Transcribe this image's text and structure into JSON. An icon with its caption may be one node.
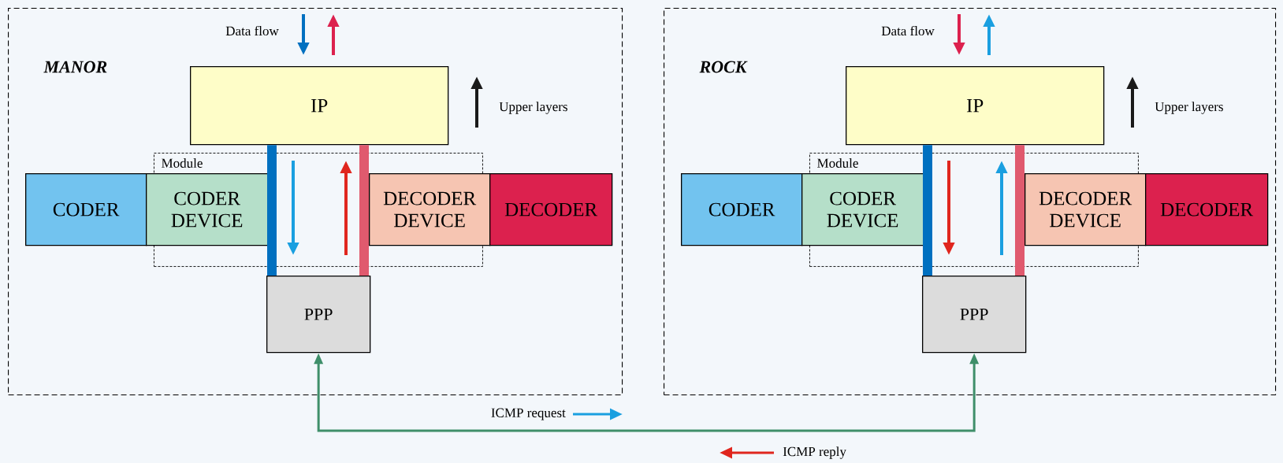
{
  "diagram": {
    "nodes": [
      {
        "text": [
          "MANOR"
        ]
      },
      {
        "text": [
          "Module"
        ],
        "in": 0
      },
      {
        "text": [
          "IP"
        ],
        "in": 0
      },
      {
        "text": [
          "CODER"
        ],
        "in": 0
      },
      {
        "text": [
          "CODER DEVICE"
        ],
        "in": 1
      },
      {
        "text": [
          "DECODER DEVICE"
        ],
        "in": 1
      },
      {
        "text": [
          "DECODER"
        ],
        "in": 0
      },
      {
        "text": [
          "PPP"
        ],
        "in": 0
      },
      {
        "text": [
          "ROCK"
        ]
      },
      {
        "text": [
          "Module"
        ],
        "in": 8
      },
      {
        "text": [
          "IP"
        ],
        "in": 8
      },
      {
        "text": [
          "CODER"
        ],
        "in": 8
      },
      {
        "text": [
          "CODER DEVICE"
        ],
        "in": 9
      },
      {
        "text": [
          "DECODER DEVICE"
        ],
        "in": 9
      },
      {
        "text": [
          "DECODER"
        ],
        "in": 8
      },
      {
        "text": [
          "PPP"
        ],
        "in": 8
      }
    ],
    "edges": [
      {
        "from": 2,
        "to": 7,
        "arrow": "none",
        "color": "#0070c0"
      },
      {
        "from": 2,
        "to": 7,
        "arrow": "none",
        "color": "#e05a6e"
      },
      {
        "from": 10,
        "to": 15,
        "arrow": "none",
        "color": "#0070c0"
      },
      {
        "from": 10,
        "to": 15,
        "arrow": "none",
        "color": "#e05a6e"
      },
      {
        "from": 7,
        "to": 15,
        "arrow": "both",
        "color": "#3f8f6a"
      }
    ],
    "labels": [
      "Data flow",
      "Data flow",
      "Upper layers",
      "Upper layers",
      "ICMP request",
      "ICMP reply"
    ]
  }
}
